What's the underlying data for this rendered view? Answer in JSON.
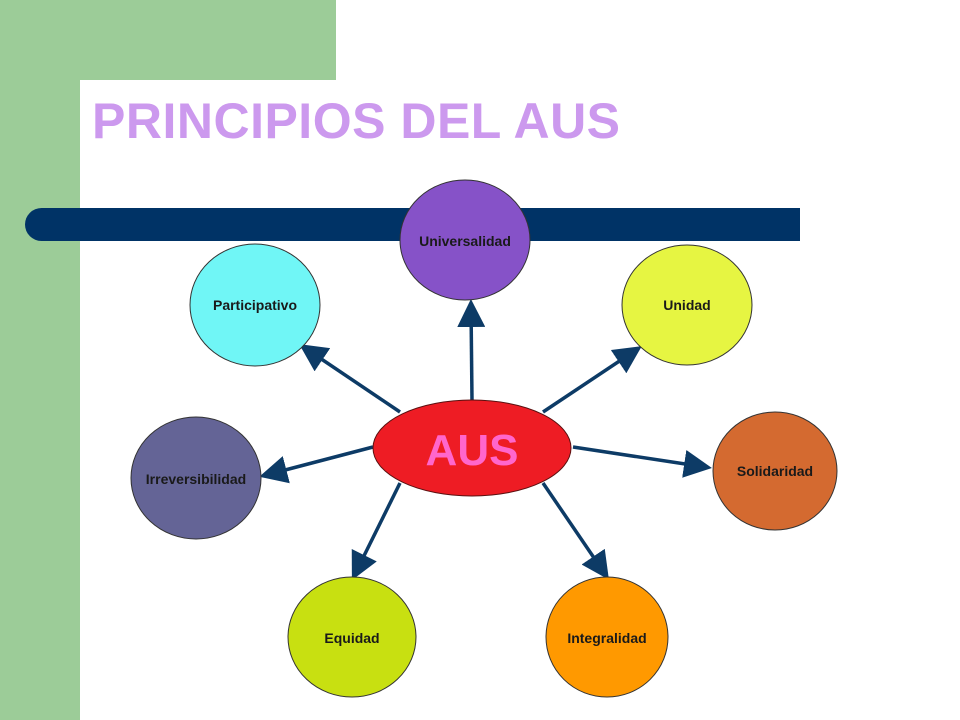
{
  "title": "PRINCIPIOS DEL AUS",
  "colors": {
    "title": "#cc99ee",
    "background_strip": "#9ccc98",
    "bar": "#003366",
    "arrow": "#0d3b66",
    "hub_fill": "#ee1c24",
    "hub_text": "#ff66cc"
  },
  "hub": {
    "label": "AUS"
  },
  "principles": [
    {
      "id": "universalidad",
      "label": "Universalidad",
      "color": "#8652c8"
    },
    {
      "id": "unidad",
      "label": "Unidad",
      "color": "#e6f542"
    },
    {
      "id": "solidaridad",
      "label": "Solidaridad",
      "color": "#d46a30"
    },
    {
      "id": "integralidad",
      "label": "Integralidad",
      "color": "#ff9900"
    },
    {
      "id": "equidad",
      "label": "Equidad",
      "color": "#c8e011"
    },
    {
      "id": "irreversibilidad",
      "label": "Irreversibilidad",
      "color": "#646496"
    },
    {
      "id": "participativo",
      "label": "Participativo",
      "color": "#70f6f6"
    }
  ]
}
